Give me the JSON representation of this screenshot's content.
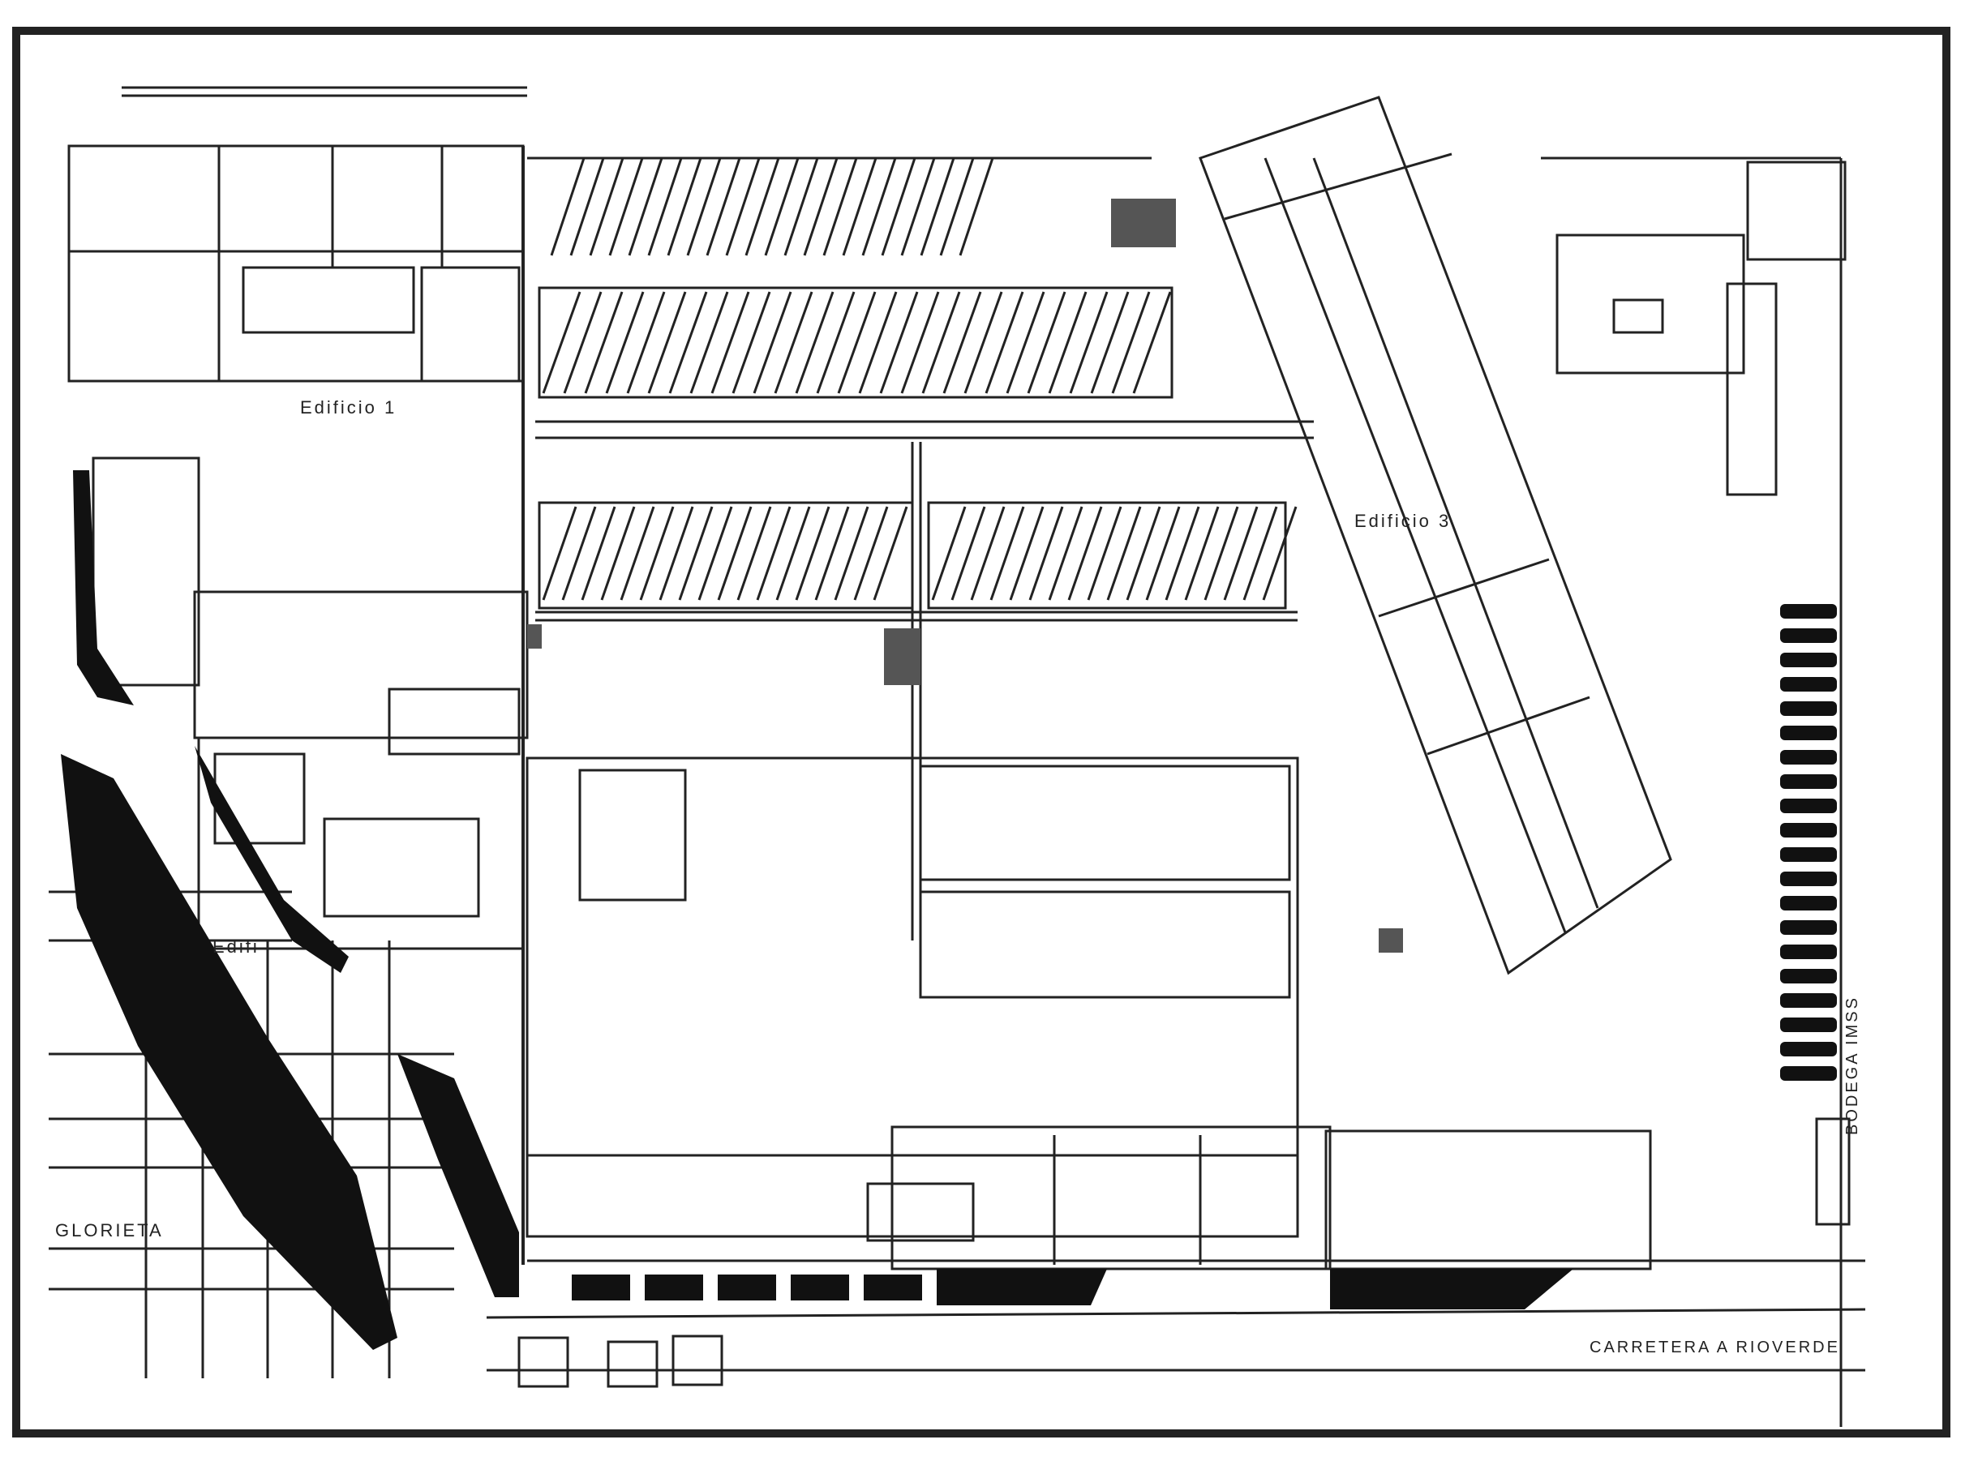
{
  "labels": {
    "edificio_1": "Edificio 1",
    "edificio_2": "Edifi",
    "edificio_3": "Edificio 3",
    "glorieta": "GLORIETA",
    "carretera": "CARRETERA A RIOVERDE",
    "bodega": "BODEGA IMSS"
  },
  "colors": {
    "ink": "#1a1a1a",
    "fill_dark": "#111111",
    "accent_block": "#555555",
    "paper": "#ffffff"
  }
}
